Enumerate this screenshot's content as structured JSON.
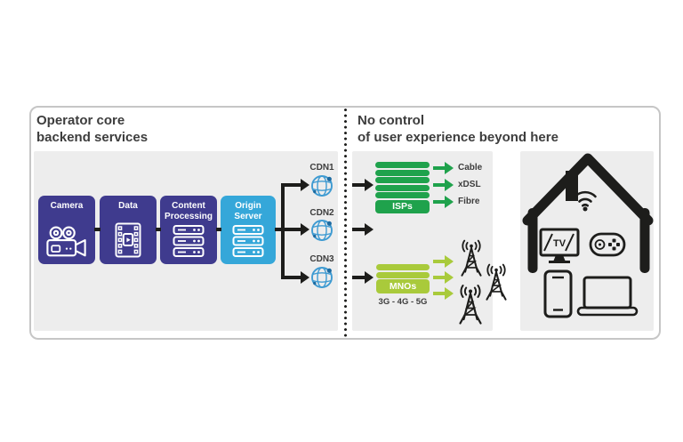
{
  "colors": {
    "indigo": "#3f3b8e",
    "blue": "#35a7d9",
    "green": "#1fa24c",
    "lime": "#a9ca3b",
    "panel_gray": "#ededed",
    "frame_border": "#c6c6c6",
    "ink": "#1d1d1b",
    "text_dark": "#3d3d3d",
    "globe_blue": "#3f9bd2",
    "globe_dark": "#1c6ba2",
    "white": "#ffffff"
  },
  "left_section": {
    "title": "Operator core\nbackend services",
    "pipeline": [
      {
        "label": "Camera",
        "icon": "video-camera-icon"
      },
      {
        "label": "Data",
        "icon": "film-strip-icon"
      },
      {
        "label": "Content\nProcessing",
        "icon": "server-stack-icon"
      },
      {
        "label": "Origin\nServer",
        "icon": "server-stack-icon"
      }
    ],
    "cdn_nodes": [
      {
        "label": "CDN1",
        "icon": "globe-icon"
      },
      {
        "label": "CDN2",
        "icon": "globe-icon"
      },
      {
        "label": "CDN3",
        "icon": "globe-icon"
      }
    ]
  },
  "right_section": {
    "title": "No control\nof user experience beyond here",
    "isp": {
      "label": "ISPs",
      "outputs": [
        "Cable",
        "xDSL",
        "Fibre"
      ]
    },
    "mno": {
      "label": "MNOs",
      "caption": "3G - 4G - 5G",
      "towers": 3
    },
    "home": {
      "tv_label": "TV",
      "devices": [
        "tv",
        "gamepad",
        "smartphone",
        "laptop"
      ],
      "wifi": true
    }
  }
}
